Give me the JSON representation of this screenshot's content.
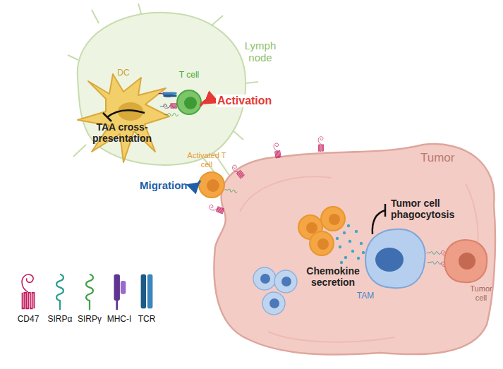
{
  "diagram": {
    "nodes": [
      {
        "text": [
          "Lymph node"
        ]
      },
      {
        "text": [
          "DC"
        ],
        "in": 0
      },
      {
        "text": [
          "T cell"
        ],
        "in": 0
      },
      {
        "text": [
          "Activated T cell"
        ]
      },
      {
        "text": [
          "Tumor"
        ]
      },
      {
        "text": [
          "TAM"
        ],
        "in": 4
      },
      {
        "text": [
          "Tumor cell"
        ],
        "in": 4
      }
    ],
    "labels": [
      "Activation",
      "TAA cross-presentation",
      "Migration",
      "Tumor cell phagocytosis",
      "Chemokine secretion"
    ],
    "legend": [
      {
        "text": "CD47"
      },
      {
        "text": "SIRPα"
      },
      {
        "text": "SIRPγ"
      },
      {
        "text": "MHC-I"
      },
      {
        "text": "TCR"
      }
    ]
  }
}
